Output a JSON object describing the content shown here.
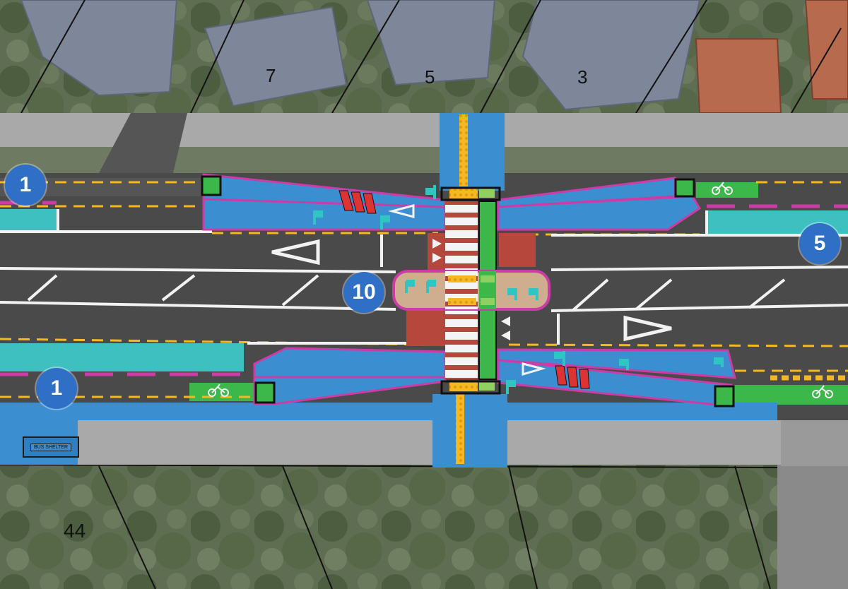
{
  "property_numbers": {
    "lot_7": "7",
    "lot_5": "5",
    "lot_3": "3",
    "lot_44": "44"
  },
  "markers": {
    "top_left": "1",
    "bottom_left": "1",
    "right": "5",
    "median": "10"
  },
  "bus_shelter_label": "BUS SHELTER",
  "colors": {
    "footpath_grey": "#a9a9a9",
    "carriageway": "#4a4a4a",
    "raised_table_blue": "#3b8fd0",
    "cycle_green": "#3cb84a",
    "buffer_magenta": "#cc3ca6",
    "bus_lane_teal": "#3ec0c0",
    "tactile_yellow": "#f4b820",
    "red_surface": "#b5473c",
    "median_tan": "#cfae90",
    "marker_blue": "#2f6fc6"
  }
}
